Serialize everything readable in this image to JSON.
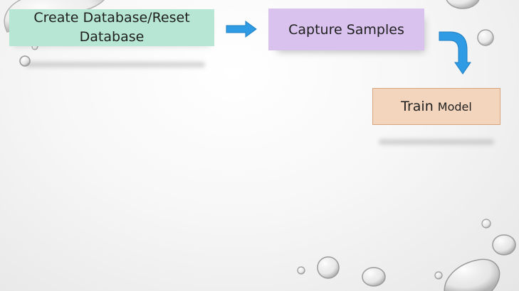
{
  "diagram": {
    "steps": [
      {
        "label": "Create Database/Reset Database"
      },
      {
        "label": "Capture Samples"
      },
      {
        "label_main": "Train",
        "label_rest": "Model"
      }
    ],
    "colors": {
      "step1_fill": "#b7e6d5",
      "step2_fill": "#d9c3ee",
      "step3_fill": "#f3d5bd",
      "step3_border": "#d8a47e",
      "arrow": "#2e9be4",
      "arrow_edge": "#1f7fc2"
    }
  }
}
